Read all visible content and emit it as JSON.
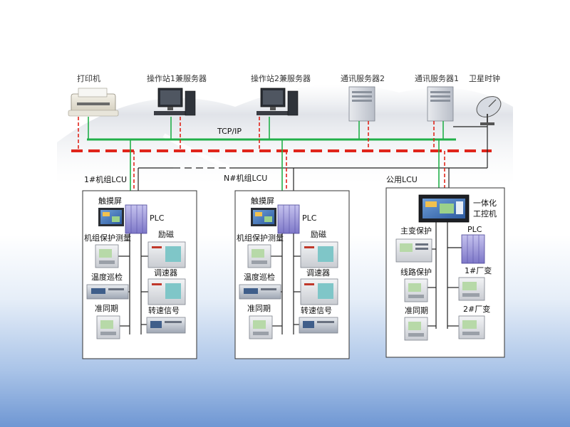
{
  "top_devices": {
    "printer": "打印机",
    "station1": "操作站1兼服务器",
    "station2": "操作站2兼服务器",
    "comm2": "通讯服务器2",
    "comm1": "通讯服务器1",
    "gps": "卫星时钟"
  },
  "network": {
    "label": "TCP/IP"
  },
  "lcu1": {
    "title": "1#机组LCU",
    "touch": "触摸屏",
    "plc": "PLC",
    "protect": "机组保护测量",
    "excite": "励磁",
    "temp": "温度巡检",
    "governor": "调速器",
    "sync": "准同期",
    "speed": "转速信号"
  },
  "lcuN": {
    "title": "N#机组LCU",
    "touch": "触摸屏",
    "plc": "PLC",
    "protect": "机组保护测量",
    "excite": "励磁",
    "temp": "温度巡检",
    "governor": "调速器",
    "sync": "准同期",
    "speed": "转速信号"
  },
  "public": {
    "title": "公用LCU",
    "ipc": "一体化工控机",
    "ipc_line1": "一体化",
    "ipc_line2": "工控机",
    "main_trans": "主变保护",
    "plc": "PLC",
    "line_prot": "线路保护",
    "trans1": "1#厂变",
    "sync": "准同期",
    "trans2": "2#厂变"
  },
  "colors": {
    "green_bus": "#22b04a",
    "red_bus": "#e0251b",
    "black_line": "#222222"
  }
}
